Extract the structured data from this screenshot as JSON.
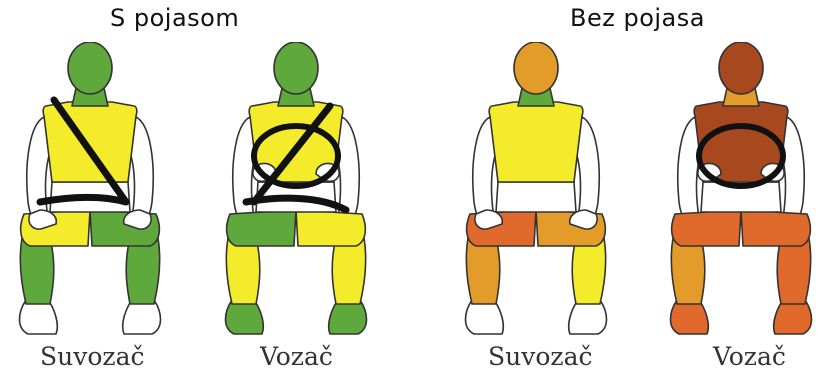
{
  "groups": [
    {
      "title": "S pojasom"
    },
    {
      "title": "Bez pojasa"
    }
  ],
  "figures": [
    {
      "label": "Suvozač",
      "icon": "passenger-with-seatbelt",
      "colors": {
        "head": "#5fa83c",
        "neck": "#5fa83c",
        "torso": "#f4ec2b",
        "thighL": "#f4ec2b",
        "thighR": "#5fa83c",
        "shinL": "#5fa83c",
        "shinR": "#5fa83c",
        "feet": "#ffffff"
      }
    },
    {
      "label": "Vozač",
      "icon": "driver-with-seatbelt",
      "colors": {
        "head": "#5fa83c",
        "neck": "#5fa83c",
        "torso": "#f4ec2b",
        "thighL": "#5fa83c",
        "thighR": "#f4ec2b",
        "shinL": "#f4ec2b",
        "shinR": "#f4ec2b",
        "feet": "#5fa83c"
      }
    },
    {
      "label": "Suvozač",
      "icon": "passenger-without-seatbelt",
      "colors": {
        "head": "#e39b2a",
        "neck": "#5fa83c",
        "torso": "#f4ec2b",
        "thighL": "#e06a2b",
        "thighR": "#e39b2a",
        "shinL": "#e39b2a",
        "shinR": "#f4ec2b",
        "feet": "#ffffff"
      }
    },
    {
      "label": "Vozač",
      "icon": "driver-without-seatbelt",
      "colors": {
        "head": "#a8481f",
        "neck": "#e39b2a",
        "torso": "#a8481f",
        "thighL": "#e06a2b",
        "thighR": "#e06a2b",
        "shinL": "#e39b2a",
        "shinR": "#e06a2b",
        "feet": "#e06a2b"
      }
    }
  ]
}
